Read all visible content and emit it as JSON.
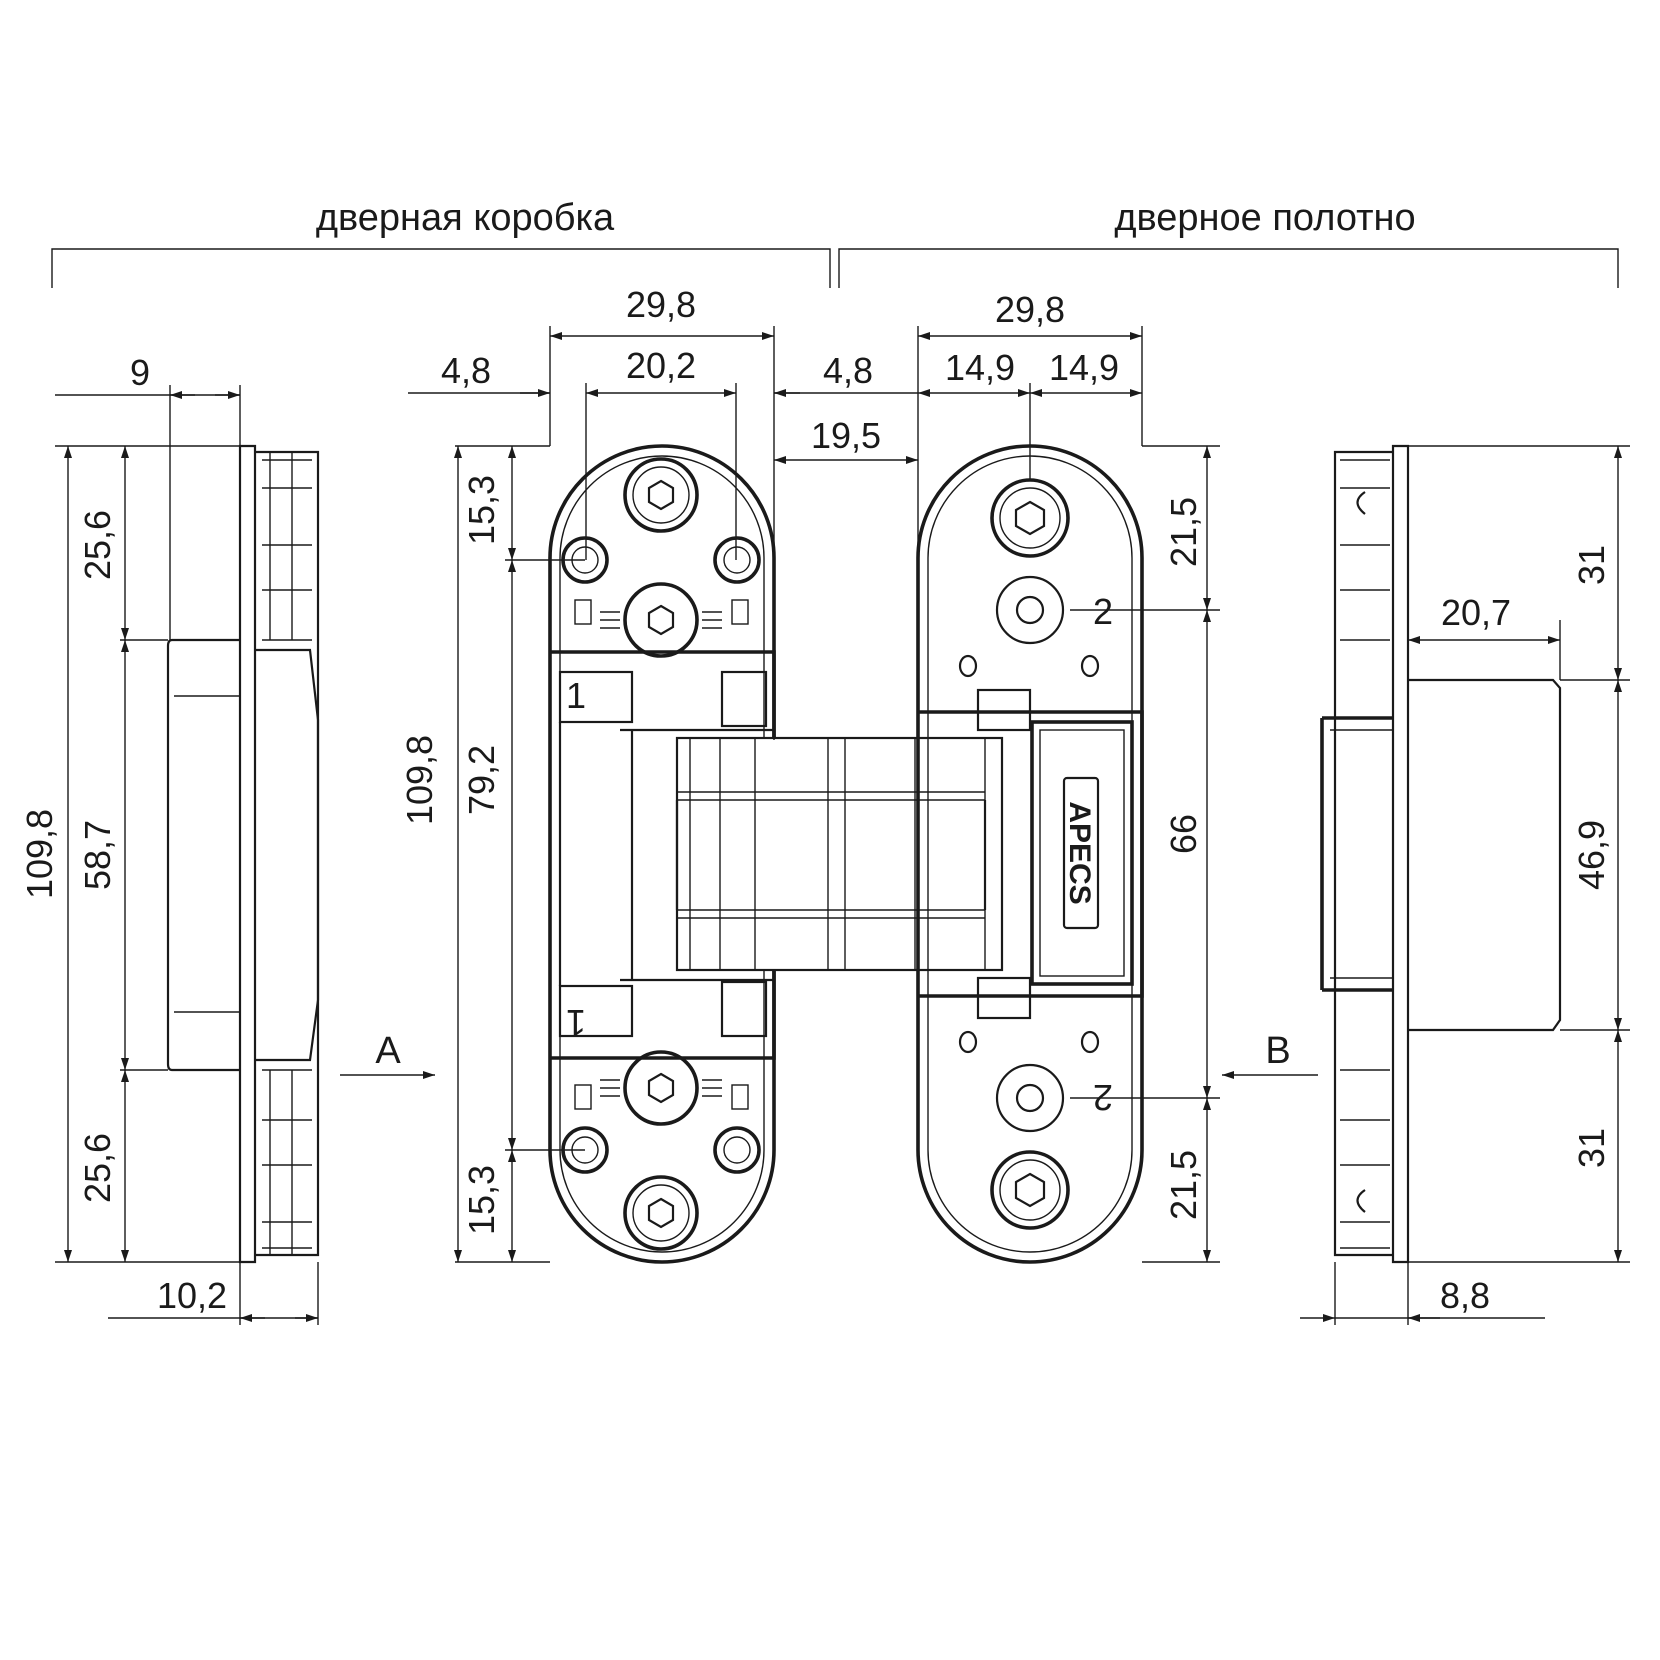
{
  "titles": {
    "frame": "дверная коробка",
    "door": "дверное полотно"
  },
  "brand": "APECS",
  "markers": {
    "a": "A",
    "b": "B"
  },
  "position_marks": {
    "one": "1",
    "two": "2"
  },
  "dimensions": {
    "left": {
      "top_width": "9",
      "bottom_width": "10,2",
      "total_height": "109,8",
      "upper_segment": "25,6",
      "middle_segment": "58,7",
      "lower_segment": "25,6"
    },
    "frame_plate": {
      "overall_width": "29,8",
      "hole_spacing": "20,2",
      "left_offset": "4,8",
      "right_offset": "4,8",
      "gap_to_door": "19,5",
      "total_height": "109,8",
      "hole_span": "79,2",
      "top_hole": "15,3",
      "bottom_hole": "15,3"
    },
    "door_plate": {
      "overall_width": "29,8",
      "half_left": "14,9",
      "half_right": "14,9",
      "top_segment": "21,5",
      "middle_segment": "66",
      "bottom_segment": "21,5"
    },
    "right": {
      "body_depth": "20,7",
      "top_segment": "31",
      "middle_segment": "46,9",
      "bottom_segment": "31",
      "plate_thickness": "8,8"
    }
  }
}
